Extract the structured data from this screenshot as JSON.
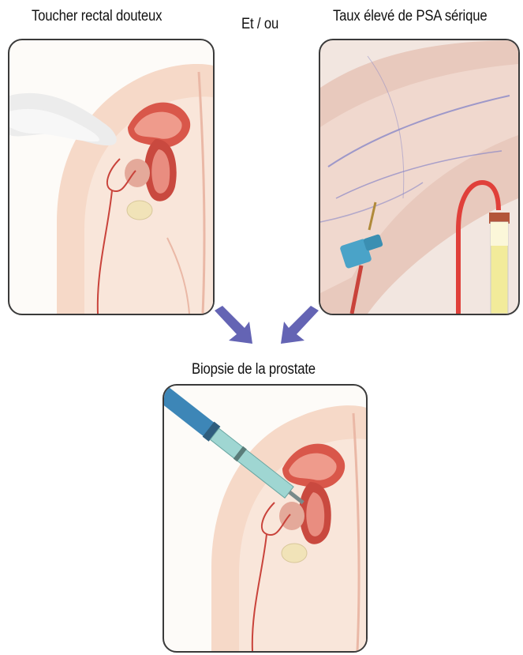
{
  "captions": {
    "dre": "Toucher rectal douteux",
    "connector": "Et / ou",
    "psa": "Taux élevé de PSA sérique",
    "biopsy": "Biopsie de la prostate"
  },
  "colors": {
    "panel_border": "#3a3a3a",
    "arrow": "#6464b4",
    "tissue": "#f6d9c8",
    "organ_red": "#c9493f",
    "catheter_blue": "#4aa3c8",
    "tube_yellow": "#f2eb9a",
    "needle_teal": "#9fd6d2"
  }
}
